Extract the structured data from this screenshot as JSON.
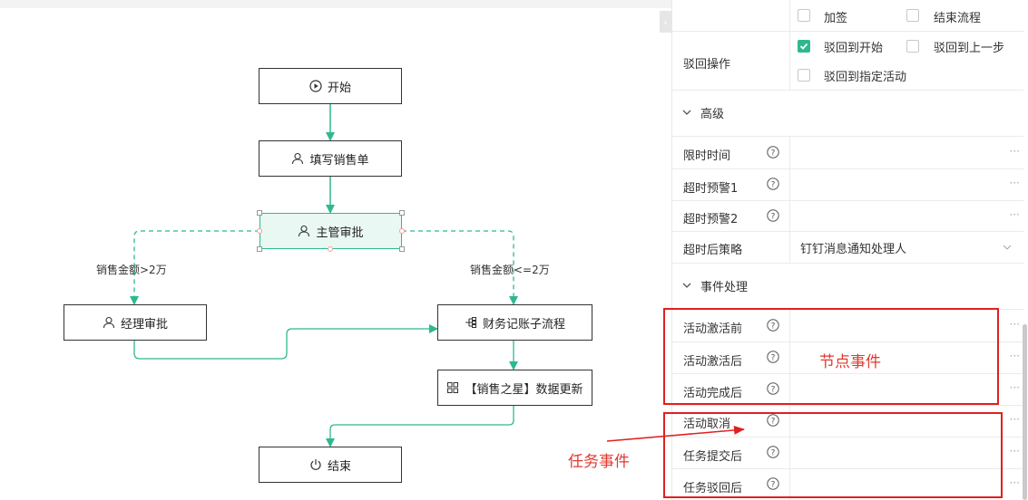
{
  "flow": {
    "nodes": {
      "start": "开始",
      "fill": "填写销售单",
      "supervisor": "主管审批",
      "manager": "经理审批",
      "finance": "财务记账子流程",
      "datastar": "【销售之星】数据更新",
      "end": "结束"
    },
    "edge_labels": {
      "left": "销售金额>2万",
      "right": "销售金额<=2万"
    }
  },
  "panel": {
    "top_checks": {
      "add_sign": "加签",
      "end_flow": "结束流程"
    },
    "reject": {
      "label": "驳回操作",
      "to_start": "驳回到开始",
      "to_prev": "驳回到上一步",
      "to_activity": "驳回到指定活动",
      "to_start_checked": true
    },
    "advanced": {
      "title": "高级",
      "time_limit": "限时时间",
      "warn1": "超时预警1",
      "warn2": "超时预警2",
      "strategy_label": "超时后策略",
      "strategy_value": "钉钉消息通知处理人"
    },
    "events": {
      "title": "事件处理",
      "before_activate": "活动激活前",
      "after_activate": "活动激活后",
      "after_complete": "活动完成后",
      "cancel": "活动取消",
      "after_submit": "任务提交后",
      "after_reject": "任务驳回后"
    },
    "more": "···"
  },
  "annotations": {
    "node_events": "节点事件",
    "task_events": "任务事件"
  },
  "colors": {
    "accent": "#2fb890",
    "annotation_red": "#e02020"
  }
}
